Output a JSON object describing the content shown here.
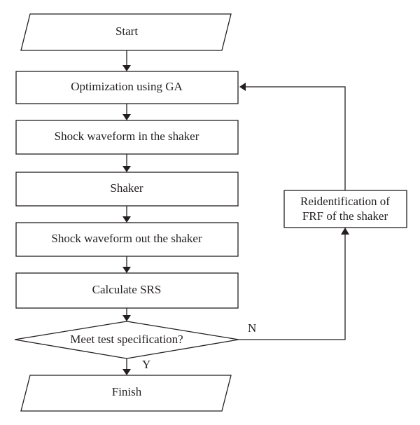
{
  "flowchart": {
    "start": "Start",
    "optimization": "Optimization using GA",
    "shock_in": "Shock waveform in the shaker",
    "shaker": "Shaker",
    "shock_out": "Shock waveform out the shaker",
    "calculate": "Calculate SRS",
    "decision": "Meet test specification?",
    "finish": "Finish",
    "reidentification_line1": "Reidentification of",
    "reidentification_line2": "FRF of the shaker",
    "label_no": "N",
    "label_yes": "Y"
  }
}
